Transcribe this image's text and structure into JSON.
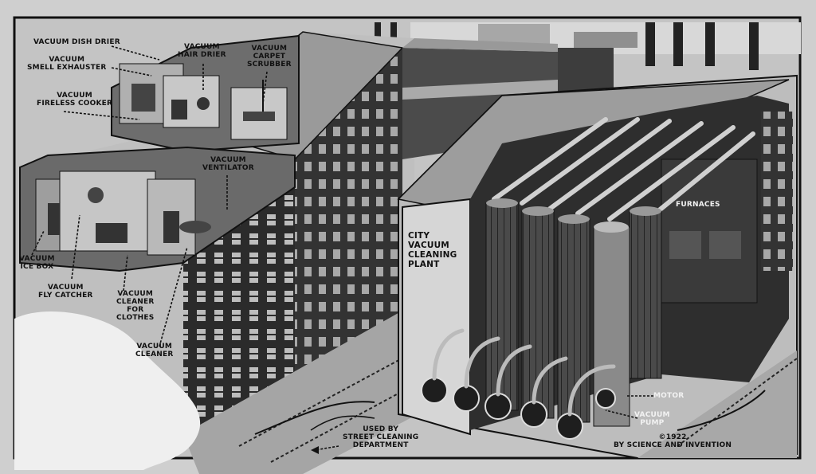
{
  "labels": {
    "dish_drier": "VACUUM DISH DRIER",
    "smell_exhauster": "VACUUM\nSMELL EXHAUSTER",
    "fireless_cooker": "VACUUM\nFIRELESS COOKER",
    "hair_drier": "VACUUM\nHAIR DRIER",
    "carpet_scrubber": "VACUUM\nCARPET\nSCRUBBER",
    "ventilator": "VACUUM\nVENTILATOR",
    "ice_box": "VACUUM\nICE BOX",
    "fly_catcher": "VACUUM\nFLY CATCHER",
    "cleaner_clothes": "VACUUM\nCLEANER\nFOR\nCLOTHES",
    "cleaner": "VACUUM\nCLEANER",
    "city_plant": "CITY\nVACUUM\nCLEANING\nPLANT",
    "furnaces": "FURNACES",
    "motor": "MOTOR",
    "vacuum_pump": "VACUUM\nPUMP",
    "street_cleaning": "USED BY\nSTREET CLEANING\nDEPARTMENT",
    "copyright": "©1922\nBY SCIENCE AND INVENTION"
  },
  "colors": {
    "paper": "#cfcfcf",
    "ink": "#111111",
    "shade": "#3a3a3a",
    "roof": "#9a9a9a"
  }
}
